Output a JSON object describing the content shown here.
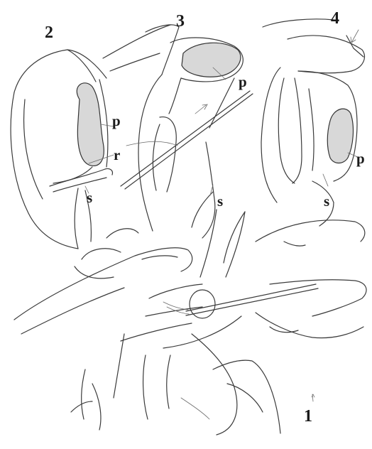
{
  "figure": {
    "panels": [
      {
        "number": "2",
        "labels": [
          "p",
          "r",
          "s"
        ]
      },
      {
        "number": "3",
        "labels": [
          "p",
          "s"
        ]
      },
      {
        "number": "4",
        "labels": [
          "p",
          "s"
        ]
      },
      {
        "number": "1",
        "labels": []
      }
    ]
  }
}
